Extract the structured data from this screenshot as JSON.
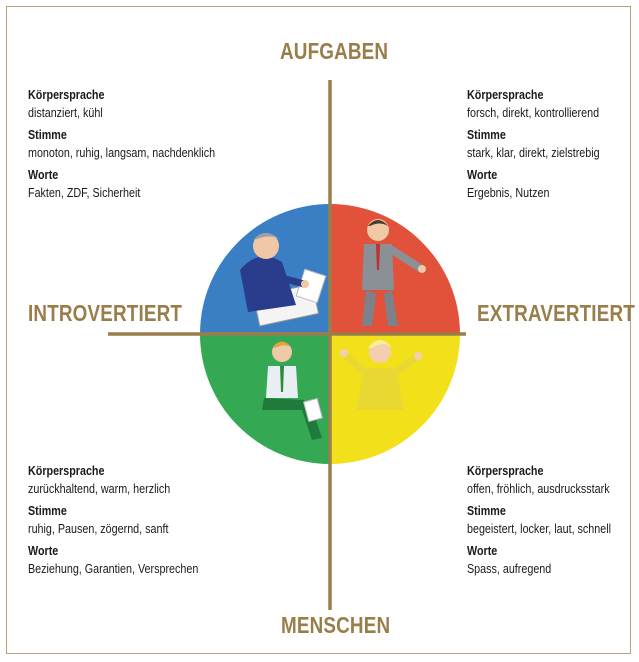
{
  "axes": {
    "top": "AUFGABEN",
    "bottom": "MENSCHEN",
    "left": "INTROVERTIERT",
    "right": "EXTRAVERTIERT"
  },
  "colors": {
    "top_left": "#3a7fc4",
    "top_right": "#e2523a",
    "bottom_left": "#34a853",
    "bottom_right": "#f2e11a",
    "axis": "#9a7e4a"
  },
  "quadrants": {
    "top_left": {
      "icon": "office-worker-reading-illustration",
      "items": [
        {
          "heading": "Körpersprache",
          "value": "distanziert, kühl"
        },
        {
          "heading": "Stimme",
          "value": "monoton, ruhig, langsam, nachdenklich"
        },
        {
          "heading": "Worte",
          "value": "Fakten, ZDF, Sicherheit"
        }
      ]
    },
    "top_right": {
      "icon": "businessman-checking-watch-illustration",
      "items": [
        {
          "heading": "Körpersprache",
          "value": "forsch, direkt, kontrollierend"
        },
        {
          "heading": "Stimme",
          "value": "stark, klar, direkt, zielstrebig"
        },
        {
          "heading": "Worte",
          "value": "Ergebnis, Nutzen"
        }
      ]
    },
    "bottom_left": {
      "icon": "man-sitting-relaxed-illustration",
      "items": [
        {
          "heading": "Körpersprache",
          "value": "zurückhaltend, warm, herzlich"
        },
        {
          "heading": "Stimme",
          "value": "ruhig, Pausen, zögernd, sanft"
        },
        {
          "heading": "Worte",
          "value": "Beziehung, Garantien, Versprechen"
        }
      ]
    },
    "bottom_right": {
      "icon": "cheerful-woman-gesturing-illustration",
      "items": [
        {
          "heading": "Körpersprache",
          "value": "offen, fröhlich, ausdrucksstark"
        },
        {
          "heading": "Stimme",
          "value": "begeistert, locker, laut, schnell"
        },
        {
          "heading": "Worte",
          "value": "Spass, aufregend"
        }
      ]
    }
  }
}
